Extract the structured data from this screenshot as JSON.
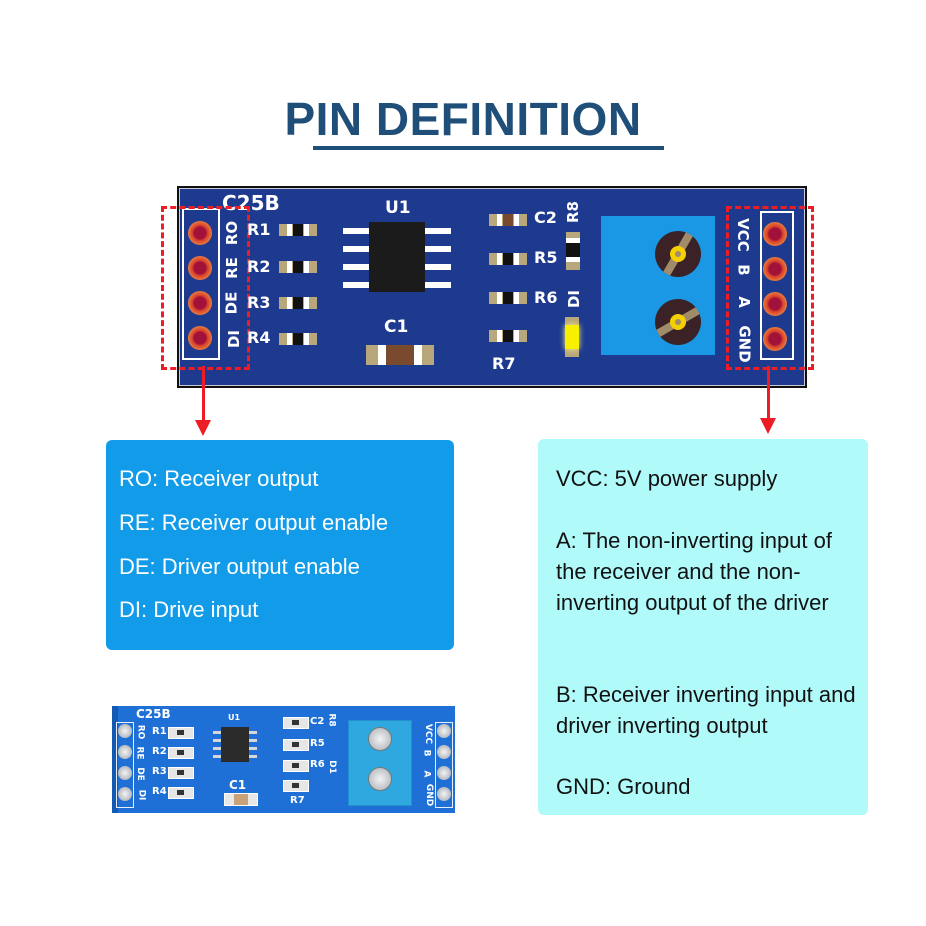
{
  "title": "PIN DEFINITION",
  "colors": {
    "title": "#1f4e79",
    "board": "#1e3a8f",
    "highlight": "#ee1c24",
    "left_box": "#129be8",
    "right_box": "#b0fafa",
    "terminal_block": "#1a98e6"
  },
  "board": {
    "model": "C25B",
    "chip_label": "U1",
    "capacitor_label": "C1",
    "left_pins": [
      "RO",
      "RE",
      "DE",
      "DI"
    ],
    "left_resistors": [
      "R1",
      "R2",
      "R3",
      "R4"
    ],
    "right_components": [
      "C2",
      "R5",
      "R6",
      "R7"
    ],
    "vertical_labels": [
      "R8",
      "DI"
    ],
    "right_pins": [
      "VCC",
      "B",
      "A",
      "GND"
    ]
  },
  "left_box": {
    "lines": [
      "RO: Receiver output",
      "RE: Receiver output enable",
      "DE: Driver output enable",
      "DI: Drive input"
    ]
  },
  "right_box": {
    "paragraphs": [
      "VCC: 5V power supply",
      "A: The non-inverting input of the receiver and the non-inverting output of the driver",
      "B: Receiver inverting input and driver inverting output",
      "GND: Ground"
    ]
  },
  "photo": {
    "model": "C25B",
    "chip_label": "U1",
    "capacitor_label": "C1",
    "left_pins": [
      "RO",
      "RE",
      "DE",
      "DI"
    ],
    "left_resistors": [
      "R1",
      "R2",
      "R3",
      "R4"
    ],
    "right_components": [
      "C2",
      "R5",
      "R6",
      "R7"
    ],
    "vertical_labels": [
      "R8",
      "D1"
    ],
    "right_pins": [
      "VCC",
      "B",
      "A",
      "GND"
    ]
  }
}
